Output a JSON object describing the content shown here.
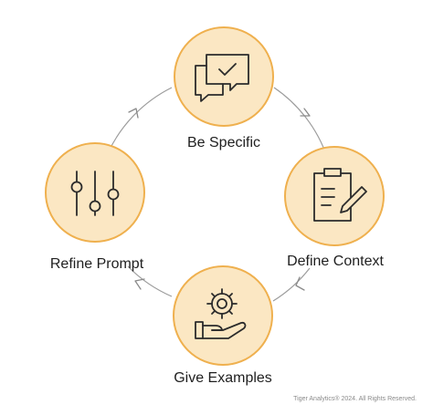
{
  "steps": [
    {
      "label": "Be Specific",
      "icon": "chat-checkmark-icon"
    },
    {
      "label": "Define Context",
      "icon": "clipboard-pencil-icon"
    },
    {
      "label": "Give Examples",
      "icon": "gear-hand-icon"
    },
    {
      "label": "Refine Prompt",
      "icon": "sliders-icon"
    }
  ],
  "footer": {
    "copyright": "Tiger Analytics® 2024. All Rights Reserved."
  },
  "colors": {
    "node_fill": "#FBE7C3",
    "node_stroke": "#EFB04E",
    "icon_stroke": "#2B2B2B",
    "cycle_line": "#9C9C9C",
    "label_text": "#1F1F1F"
  }
}
